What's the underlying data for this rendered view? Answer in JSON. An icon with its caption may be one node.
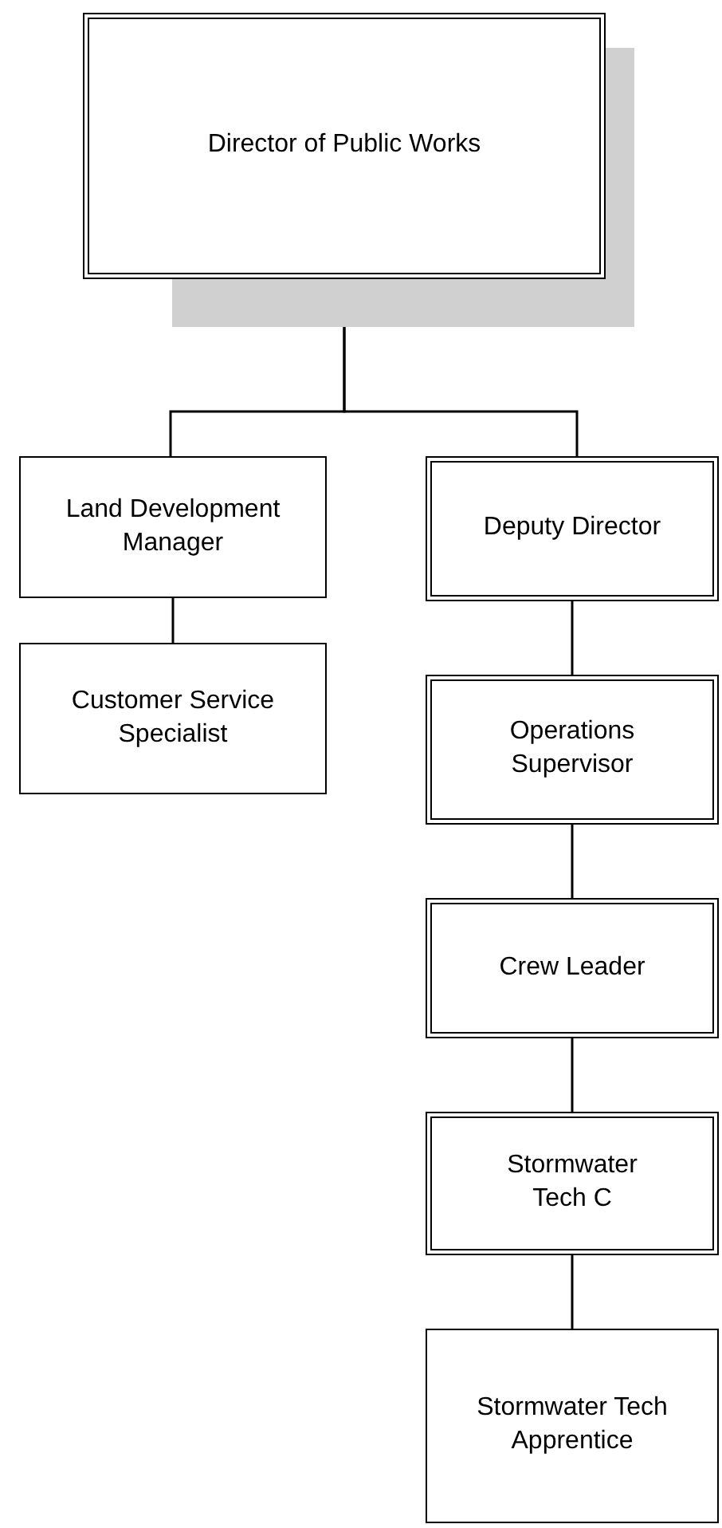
{
  "diagram": {
    "nodes": [
      {
        "text": [
          "Director of Public Works"
        ]
      },
      {
        "text": [
          "Land Development Manager"
        ]
      },
      {
        "text": [
          "Customer Service Specialist"
        ]
      },
      {
        "text": [
          "Deputy Director"
        ]
      },
      {
        "text": [
          "Operations Supervisor"
        ]
      },
      {
        "text": [
          "Crew Leader"
        ]
      },
      {
        "text": [
          "Stormwater Tech C"
        ]
      },
      {
        "text": [
          "Stormwater Tech Apprentice"
        ]
      }
    ],
    "edges": [
      {
        "from": 0,
        "to": 1,
        "arrow": "none"
      },
      {
        "from": 0,
        "to": 3,
        "arrow": "none"
      },
      {
        "from": 1,
        "to": 2,
        "arrow": "none"
      },
      {
        "from": 3,
        "to": 4,
        "arrow": "none"
      },
      {
        "from": 4,
        "to": 5,
        "arrow": "none"
      },
      {
        "from": 5,
        "to": 6,
        "arrow": "none"
      },
      {
        "from": 6,
        "to": 7,
        "arrow": "none"
      }
    ]
  }
}
